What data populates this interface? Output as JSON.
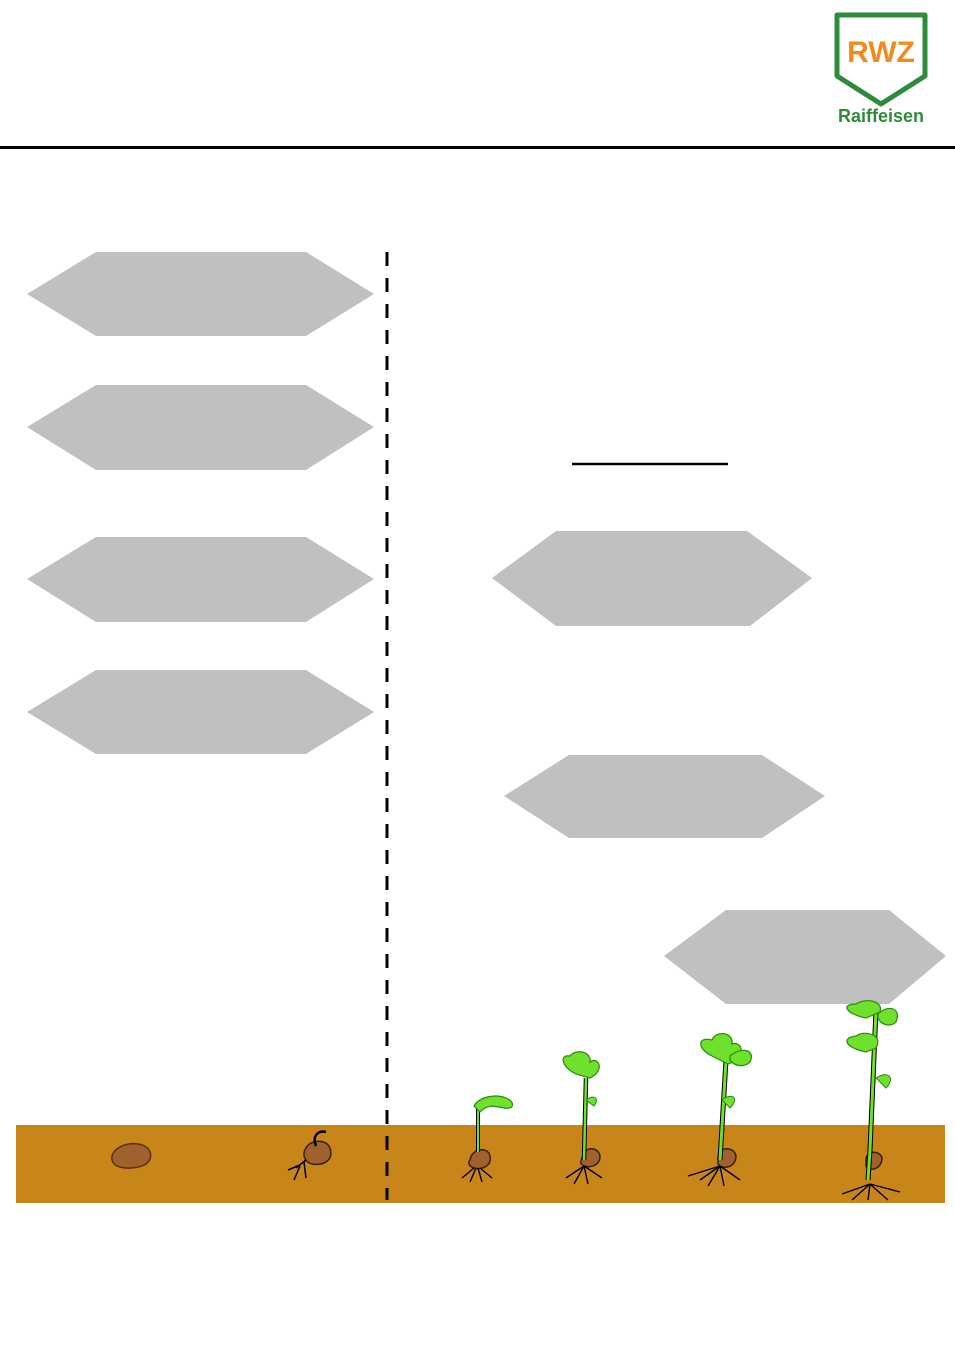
{
  "logo": {
    "text_main": "RWZ",
    "text_sub": "Raiffeisen",
    "colors": {
      "shield_border": "#2e8b3a",
      "shield_text": "#f08c1e",
      "sub_text": "#2e8b3a"
    }
  },
  "colors": {
    "header_line": "#000000",
    "hexagon_fill": "#c0c0c0",
    "soil": "#c8861a",
    "seed": "#a0612d",
    "leaf": "#6fe02c",
    "leaf_outline": "#2a8a10",
    "stem_outline": "#000000",
    "divider": "#000000"
  },
  "stages": [
    {
      "id": "seed",
      "label": ""
    },
    {
      "id": "germinating-seed",
      "label": ""
    },
    {
      "id": "seedling-hook",
      "label": ""
    },
    {
      "id": "seedling-first-leaf",
      "label": ""
    },
    {
      "id": "seedling-two-leaves",
      "label": ""
    },
    {
      "id": "seedling-three-leaves",
      "label": ""
    }
  ]
}
